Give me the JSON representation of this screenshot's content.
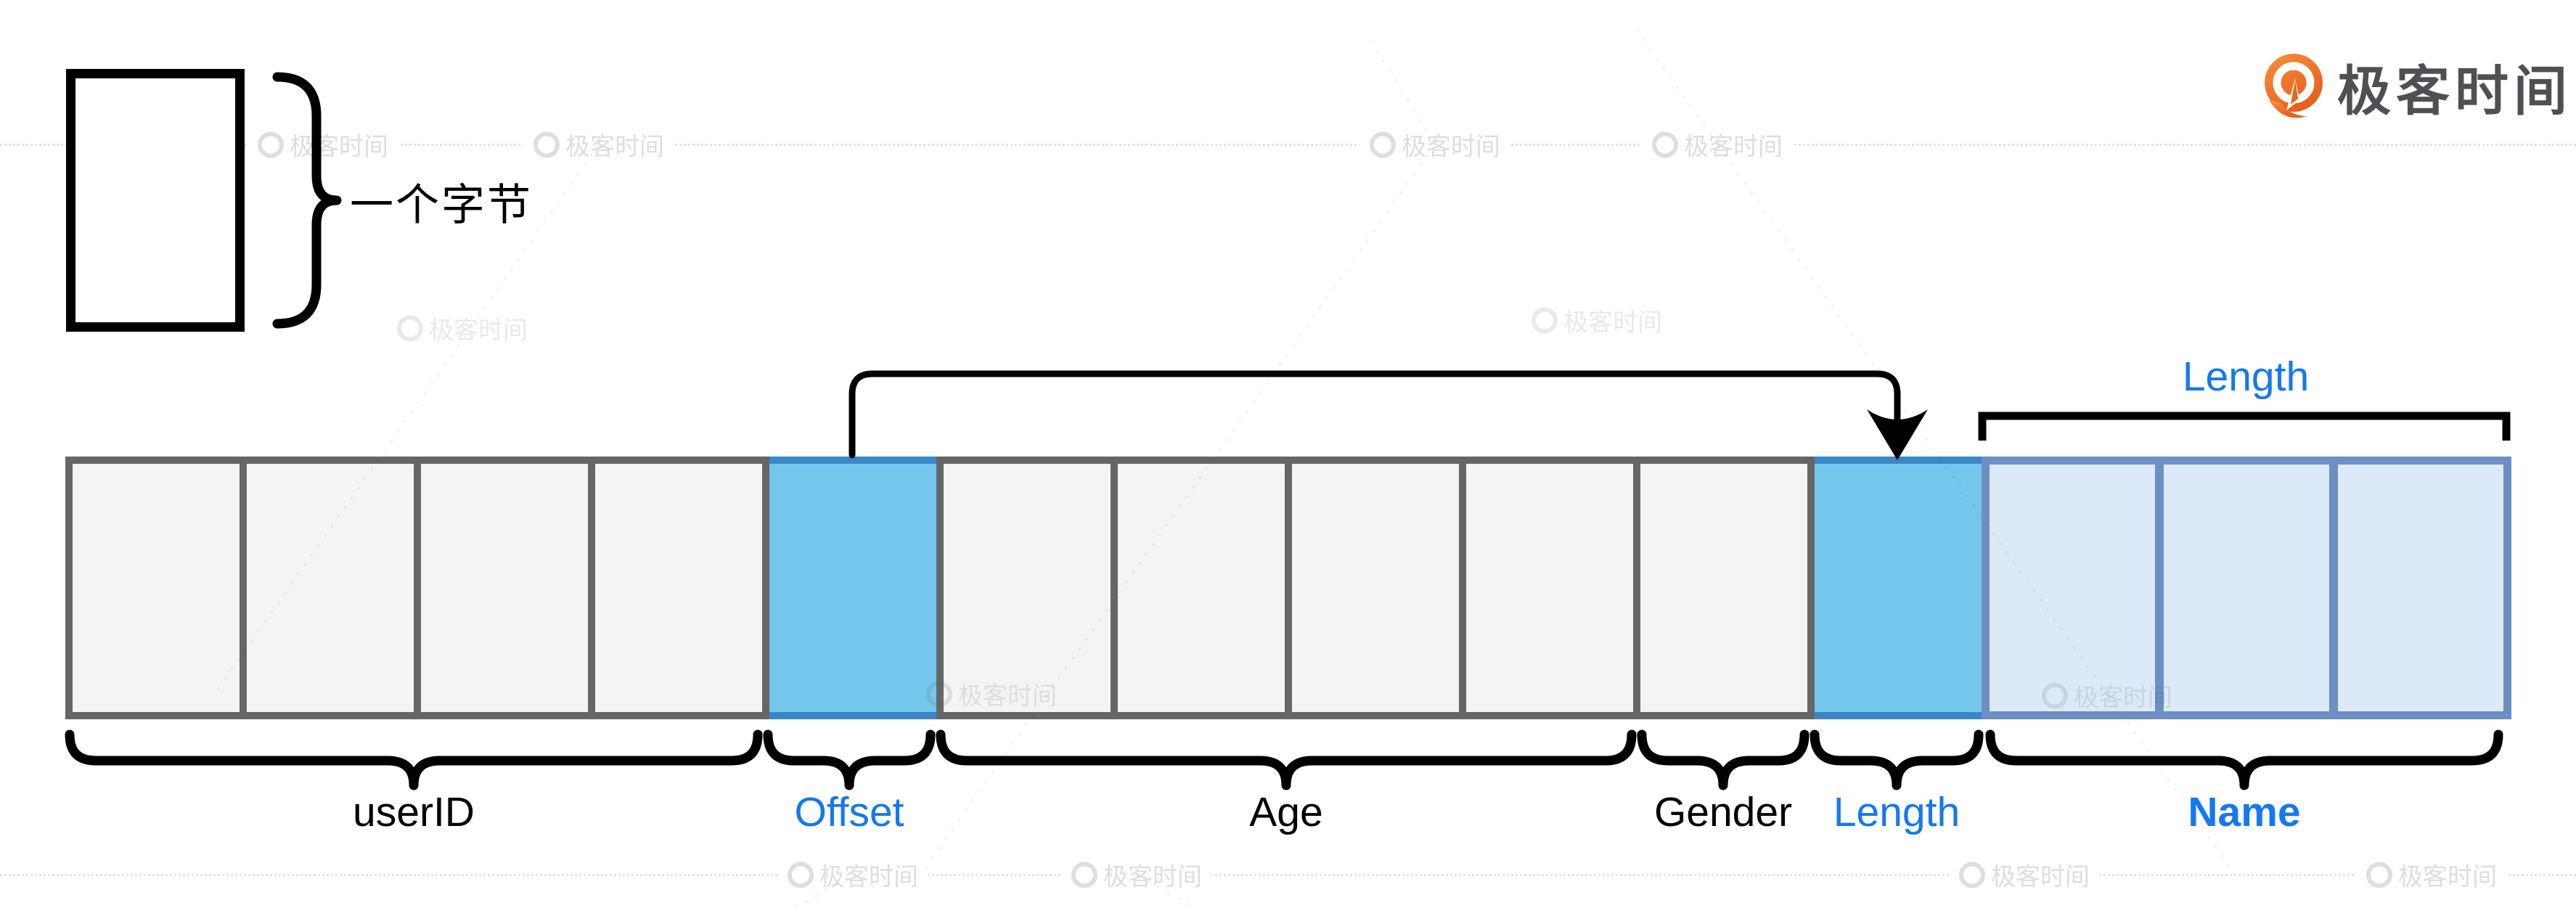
{
  "legend": {
    "label": "一个字节"
  },
  "logo": {
    "text": "极客时间",
    "icon": "geektime-pin-icon",
    "icon_color": "#ee6620",
    "text_color": "#4e5054"
  },
  "diagram": {
    "top_bracket_label": "Length",
    "groups": [
      {
        "name": "userID",
        "label": "userID",
        "label_color": "#000000",
        "bold": false,
        "cells": 4,
        "cell_style": "gray"
      },
      {
        "name": "Offset",
        "label": "Offset",
        "label_color": "#1478f0",
        "bold": false,
        "cells": 1,
        "cell_style": "cyan"
      },
      {
        "name": "Age",
        "label": "Age",
        "label_color": "#000000",
        "bold": false,
        "cells": 4,
        "cell_style": "gray"
      },
      {
        "name": "Gender",
        "label": "Gender",
        "label_color": "#000000",
        "bold": false,
        "cells": 1,
        "cell_style": "gray"
      },
      {
        "name": "Length",
        "label": "Length",
        "label_color": "#1478f0",
        "bold": false,
        "cells": 1,
        "cell_style": "cyan"
      },
      {
        "name": "Name",
        "label": "Name",
        "label_color": "#1478f0",
        "bold": true,
        "cells": 3,
        "cell_style": "lightblue"
      }
    ],
    "colors": {
      "gray_fill": "#f4f4f4",
      "gray_border": "#666666",
      "cyan_fill": "#74c6ec",
      "cyan_border": "#3a87c8",
      "lightblue_fill": "#dbe9f9",
      "lightblue_border": "#6d8fc3",
      "label_blue": "#1478f0",
      "arrow": "#000000"
    }
  },
  "watermark": {
    "text": "极客时间"
  }
}
